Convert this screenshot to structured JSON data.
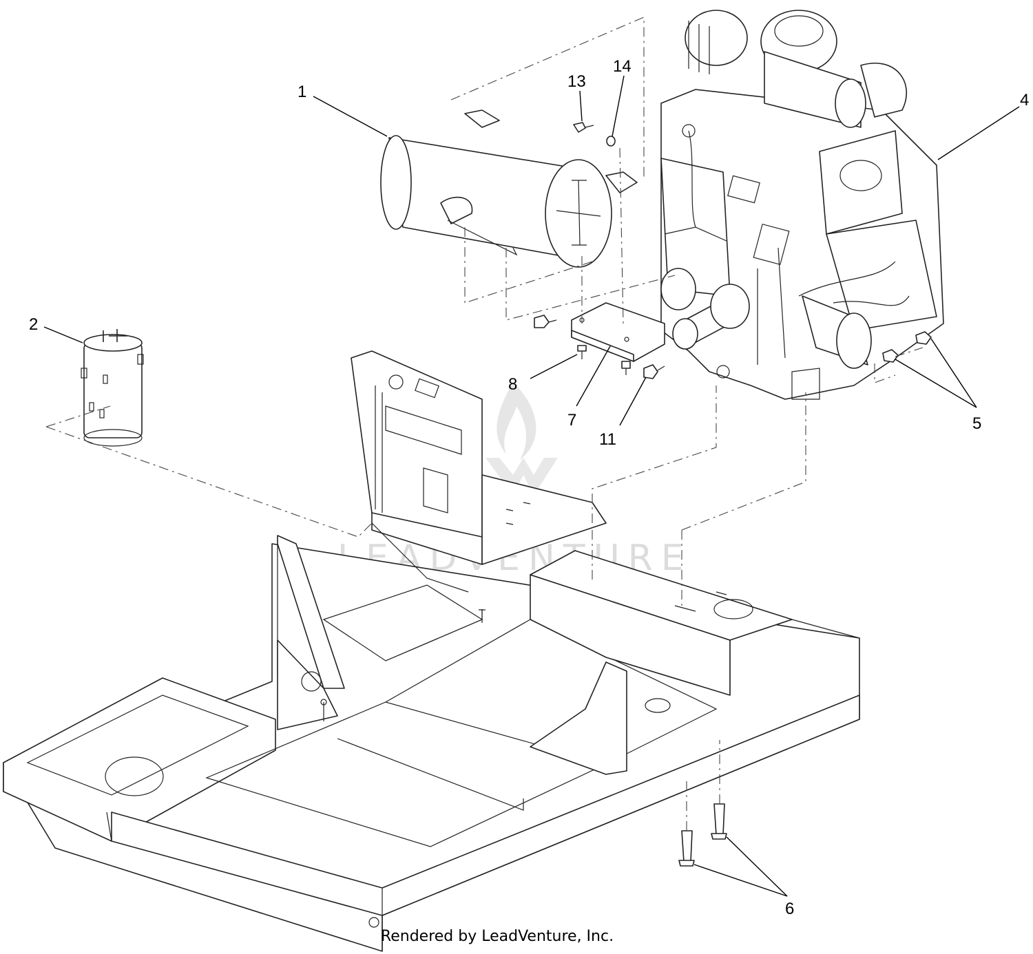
{
  "callouts": [
    {
      "id": "1",
      "label": "1"
    },
    {
      "id": "2",
      "label": "2"
    },
    {
      "id": "4",
      "label": "4"
    },
    {
      "id": "5",
      "label": "5"
    },
    {
      "id": "6",
      "label": "6"
    },
    {
      "id": "7",
      "label": "7"
    },
    {
      "id": "8",
      "label": "8"
    },
    {
      "id": "11",
      "label": "11"
    },
    {
      "id": "13",
      "label": "13"
    },
    {
      "id": "14",
      "label": "14"
    }
  ],
  "watermark": "LEADVENTURE",
  "footer": "Rendered by LeadVenture, Inc.",
  "icons": {
    "watermark_logo": "flame-logo-icon"
  }
}
